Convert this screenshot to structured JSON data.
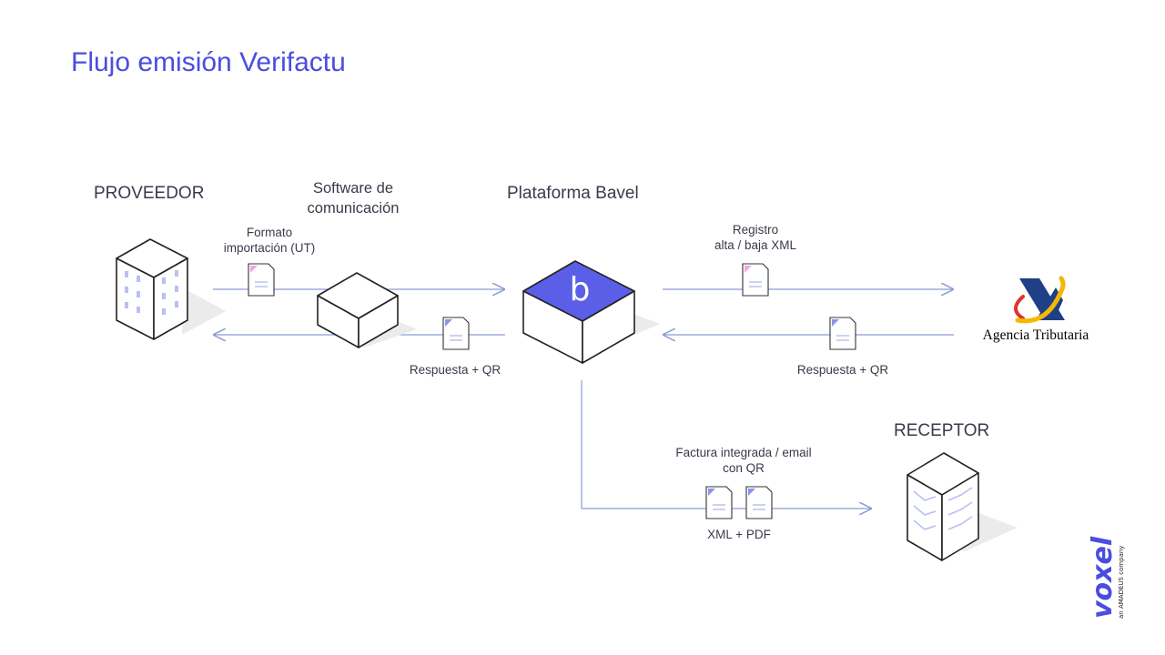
{
  "title": "Flujo emisión Verifactu",
  "nodes": {
    "proveedor": "PROVEEDOR",
    "software_line1": "Software de",
    "software_line2": "comunicación",
    "bavel": "Plataforma Bavel",
    "receptor": "RECEPTOR",
    "aeat": "Agencia Tributaria"
  },
  "labels": {
    "formato_line1": "Formato",
    "formato_line2": "importación (UT)",
    "respuesta_left": "Respuesta + QR",
    "registro_line1": "Registro",
    "registro_line2": "alta / baja XML",
    "respuesta_right": "Respuesta + QR",
    "factura_line1": "Factura integrada / email",
    "factura_line2": "con QR",
    "xml_pdf": "XML  + PDF"
  },
  "brand": {
    "logo_word": "voxel",
    "tagline": "an AMADEUS company"
  },
  "bavel_glyph": "b",
  "colors": {
    "accent": "#4a4de0",
    "bavel_top": "#5b5fe8",
    "arrow": "#8a9cd6",
    "doc_corner_pink": "#f0a8e0",
    "doc_corner_blue": "#8c94e8",
    "aeat_red": "#e0332c",
    "aeat_yellow": "#f5b800",
    "aeat_blue": "#1f3f86"
  }
}
